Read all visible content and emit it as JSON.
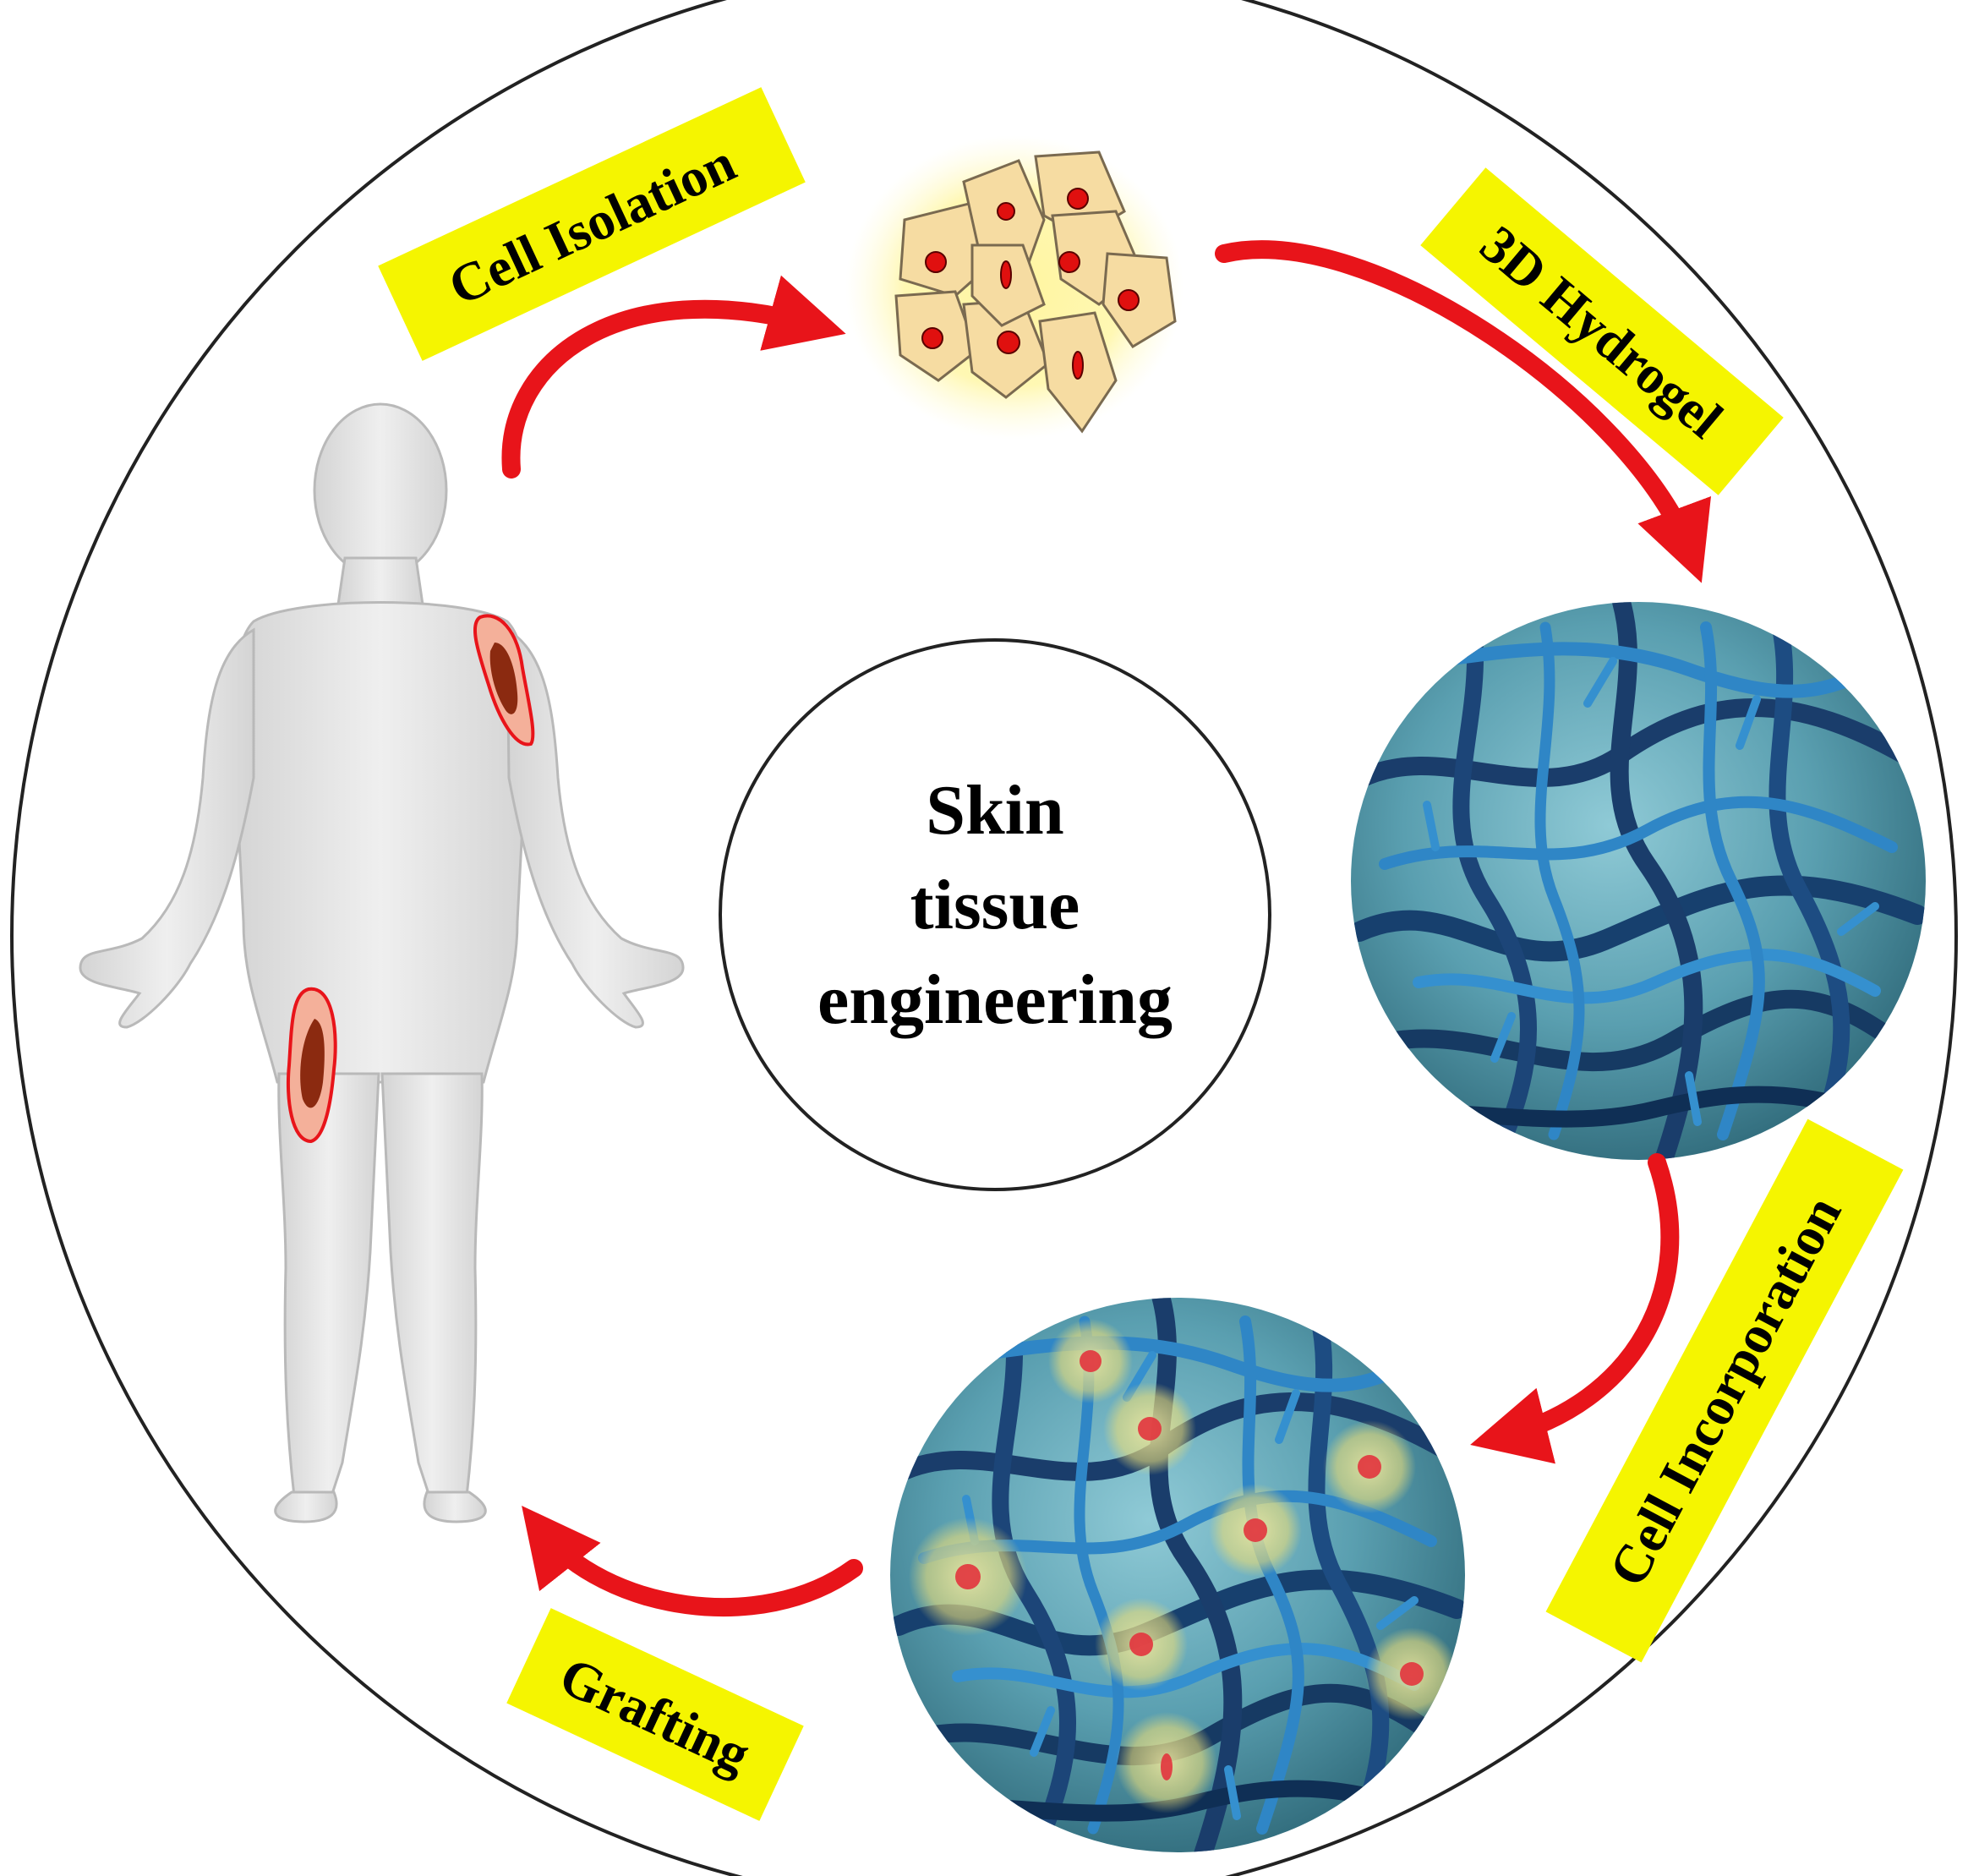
{
  "center": {
    "lines": [
      "Skin",
      "tissue",
      "engineering"
    ]
  },
  "steps": [
    {
      "id": "cell-isolation",
      "label": "Cell Isolation"
    },
    {
      "id": "3d-hydrogel",
      "label": "3D Hydrogel"
    },
    {
      "id": "cell-incorporation",
      "label": "Cell Incorporation"
    },
    {
      "id": "grafting",
      "label": "Grafting"
    }
  ],
  "colors": {
    "label_background": "#f5f500",
    "arrow": "#e8141a",
    "outer_circle_stroke": "#222222",
    "body_fill": "#e6e6e6",
    "wound": "#8b2a10",
    "cell_fill": "#f6dca2",
    "cell_nucleus": "#e0100f",
    "hydrogel_water": "#4f93a4",
    "hydrogel_fiber_dark": "#1a3d6b",
    "hydrogel_fiber_light": "#2f86c6"
  },
  "icons": [
    "human-body-icon",
    "cell-cluster-icon",
    "hydrogel-network-icon",
    "cell-laden-hydrogel-icon"
  ]
}
